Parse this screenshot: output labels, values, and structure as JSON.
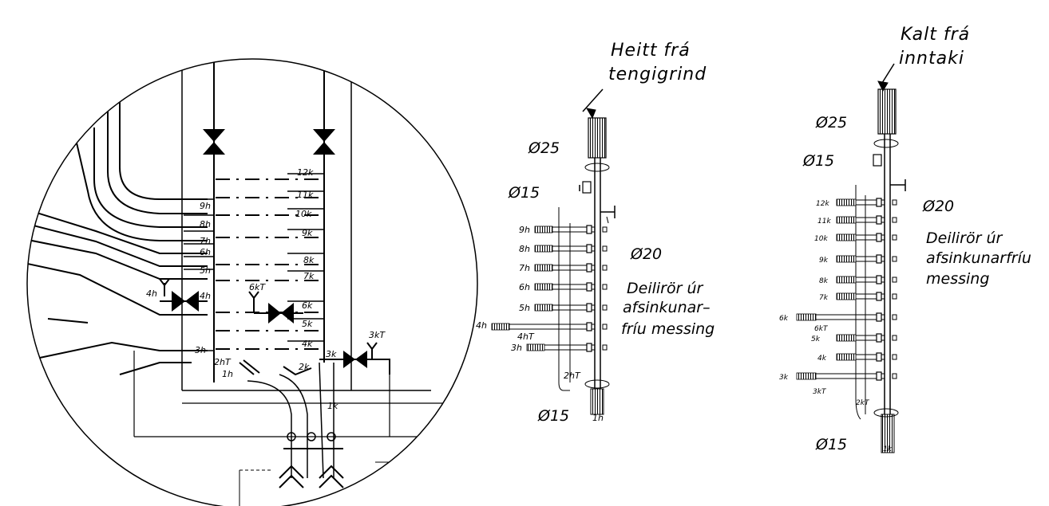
{
  "detail": {
    "left_labels": [
      "9h",
      "8h",
      "7h",
      "6h",
      "5h",
      "4h",
      "3h",
      "2hT",
      "1h"
    ],
    "right_labels": [
      "12k",
      "11k",
      "10k",
      "9k",
      "8k",
      "7k",
      "6k",
      "5k",
      "4k",
      "3k",
      "2k",
      "1k"
    ],
    "tap_labels": {
      "h4": "4h",
      "k6": "6kT",
      "k3": "3kT"
    }
  },
  "hot": {
    "title_line1": "Heitt frá",
    "title_line2": "tengigrind",
    "dim_top": "Ø25",
    "dim_upper": "Ø15",
    "dim_mid": "Ø20",
    "dim_bottom": "Ø15",
    "note_line1": "Deilirör úr",
    "note_line2": "afsinkunar–",
    "note_line3": "fríu messing",
    "outlets": [
      "9h",
      "8h",
      "7h",
      "6h",
      "5h",
      "4h",
      "4hT",
      "3h",
      "2hT"
    ],
    "bottom_label": "1h"
  },
  "cold": {
    "title_line1": "Kalt frá",
    "title_line2": "inntaki",
    "dim_top": "Ø25",
    "dim_upper": "Ø15",
    "dim_mid": "Ø20",
    "dim_bottom": "Ø15",
    "note_line1": "Deilirör úr",
    "note_line2": "afsinkunarfríu",
    "note_line3": "messing",
    "outlets": [
      "12k",
      "11k",
      "10k",
      "9k",
      "8k",
      "7k",
      "6k",
      "6kT",
      "5k",
      "4k",
      "3k",
      "3kT",
      "2kT"
    ],
    "bottom_label": "1k"
  }
}
